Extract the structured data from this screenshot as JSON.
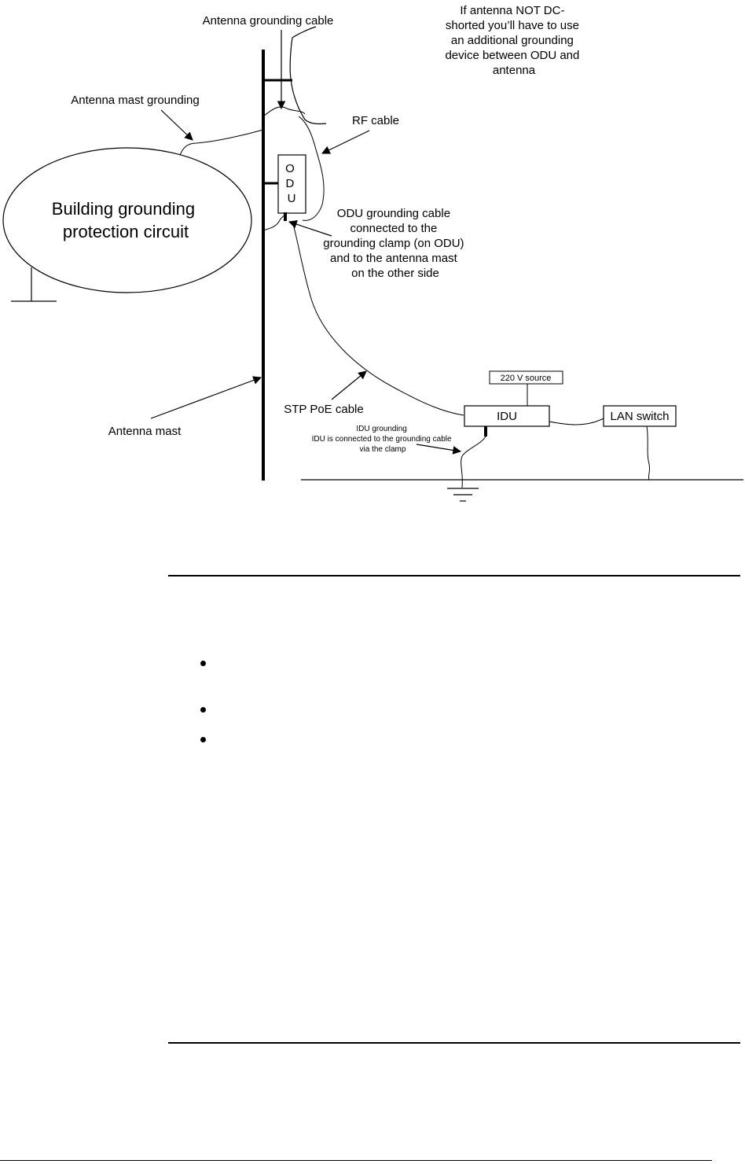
{
  "diagram": {
    "labels": {
      "antenna_grounding_cable": "Antenna grounding cable",
      "not_dc_note": [
        "If antenna NOT DC-",
        "shorted you’ll have to use",
        "an additional grounding",
        "device between ODU and",
        "antenna"
      ],
      "antenna_mast_grounding": "Antenna mast grounding",
      "rf_cable": "RF cable",
      "building_grounding": [
        "Building grounding",
        "protection circuit"
      ],
      "odu_letters": [
        "O",
        "D",
        "U"
      ],
      "odu_grounding": [
        "ODU grounding cable",
        "connected to the",
        "grounding clamp (on ODU)",
        "and to the antenna mast",
        "on the other side"
      ],
      "power_source": "220 V source",
      "idu": "IDU",
      "lan_switch": "LAN switch",
      "stp_poe_cable": "STP PoE cable",
      "antenna_mast": "Antenna mast",
      "idu_grounding": [
        "IDU grounding",
        "IDU is connected to the grounding cable",
        "via the clamp"
      ]
    }
  }
}
